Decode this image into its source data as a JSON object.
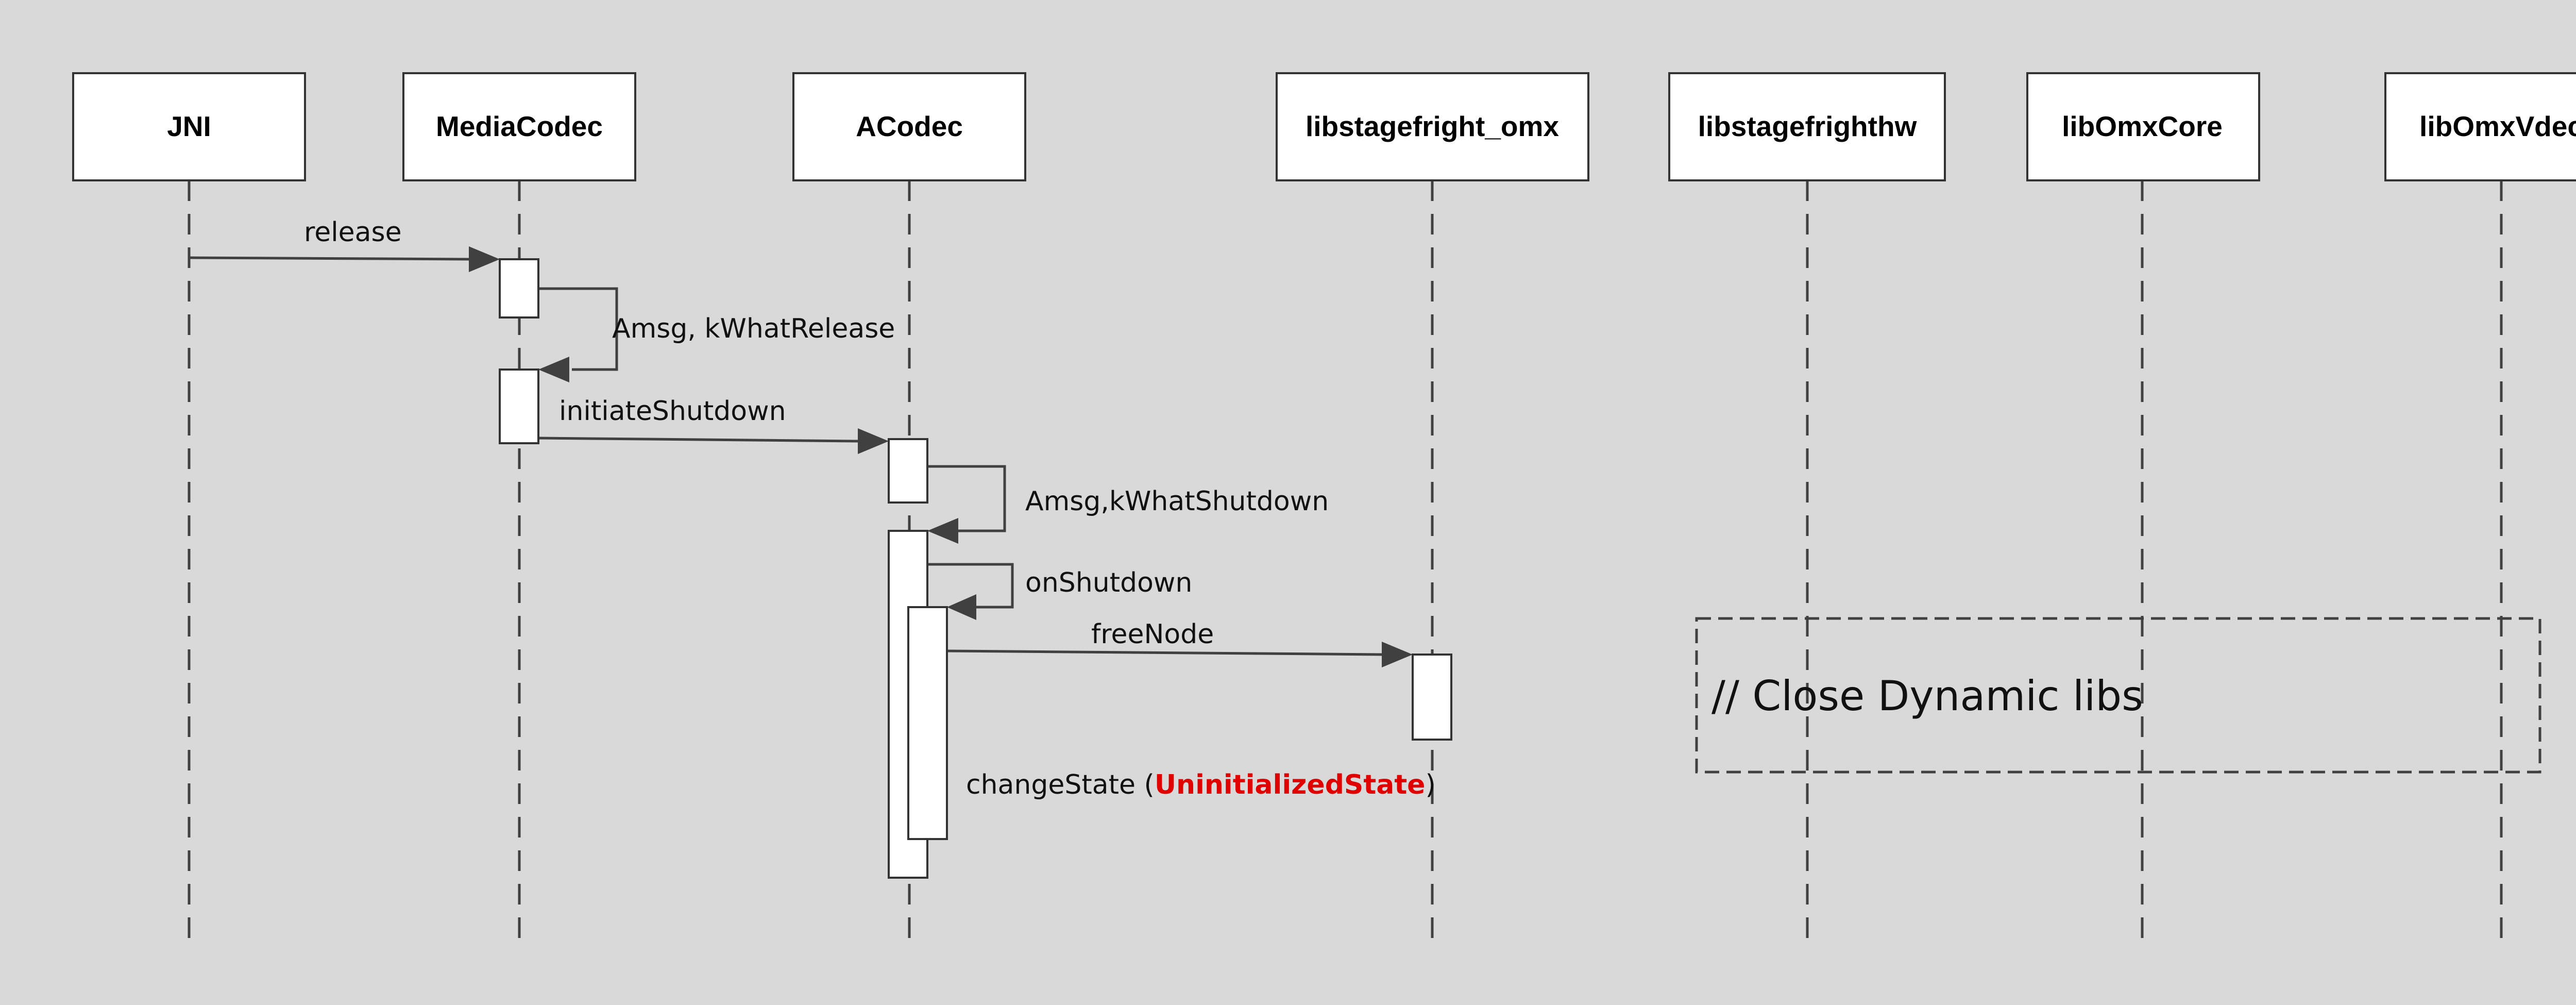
{
  "participants": [
    {
      "id": "jni",
      "label": "JNI"
    },
    {
      "id": "mediacodec",
      "label": "MediaCodec"
    },
    {
      "id": "acodec",
      "label": "ACodec"
    },
    {
      "id": "omx",
      "label": "libstagefright_omx"
    },
    {
      "id": "hw",
      "label": "libstagefrighthw"
    },
    {
      "id": "core",
      "label": "libOmxCore"
    },
    {
      "id": "vdec",
      "label": "libOmxVdec"
    }
  ],
  "messages": {
    "release": "release",
    "amsg_release": "Amsg, kWhatRelease",
    "initiate_shutdown": "initiateShutdown",
    "amsg_shutdown": "Amsg,kWhatShutdown",
    "on_shutdown": "onShutdown",
    "free_node": "freeNode",
    "change_state_prefix": "changeState (",
    "change_state_value": "UninitializedState",
    "change_state_suffix": ")"
  },
  "note": {
    "text": "// Close Dynamic libs"
  },
  "colors": {
    "background": "#d9d9d9",
    "highlight": "#e00000",
    "line": "#404040"
  }
}
